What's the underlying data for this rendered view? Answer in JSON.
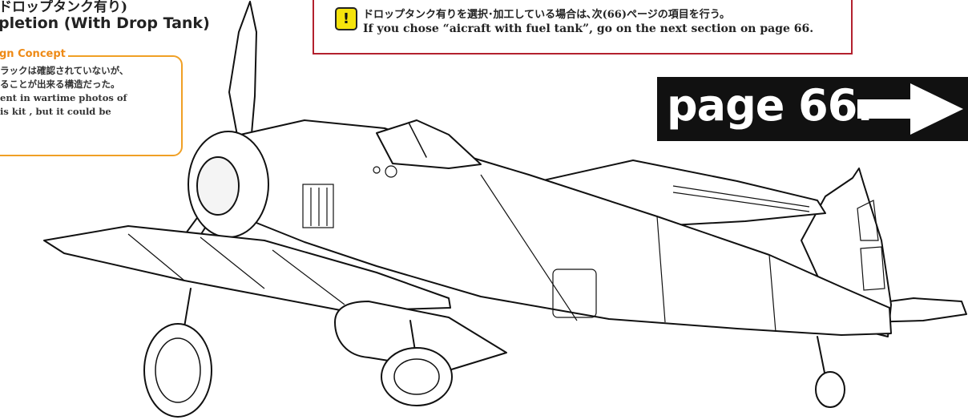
{
  "header": {
    "title_jp": "ドロップタンク有り)",
    "title_en": "pletion (With Drop Tank)"
  },
  "concept": {
    "title": "gn Concept",
    "lines": [
      "ラックは確認されていないが、",
      "ることが出来る構造だった。",
      "ent in wartime photos of",
      "is kit , but it could be"
    ]
  },
  "note": {
    "icon": "exclamation-icon",
    "icon_glyph": "!",
    "text_jp": "ドロップタンク有りを選択･加工している場合は､次(66)ページの項目を行う。",
    "text_en": "If you chose “aicraft with fuel tank”,  go on the next section on page 66."
  },
  "nav": {
    "page_label": "page 66.",
    "icon": "arrow-right-icon"
  },
  "colors": {
    "note_border": "#b3212e",
    "concept_border": "#f0a025",
    "concept_title": "#ee8a16",
    "warn_fill": "#f5e30c",
    "nav_bg": "#111111"
  }
}
